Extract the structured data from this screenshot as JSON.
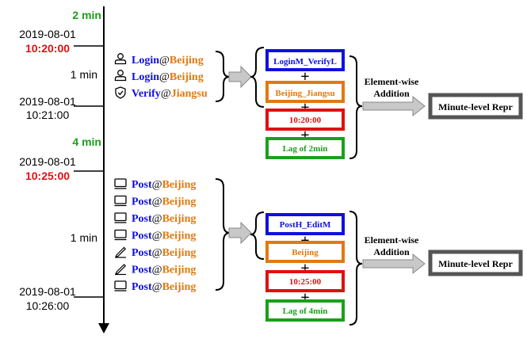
{
  "colors": {
    "blue": "#1010dd",
    "orange": "#e07a10",
    "red": "#e01010",
    "green": "#1aa01a",
    "gray_box": "#555555",
    "gray_arrow": "#c8c8c8"
  },
  "timeline": {
    "gap1": "2 min",
    "t1_date": "2019-08-01",
    "t1_time": "10:20:00",
    "span1": "1 min",
    "t2_date": "2019-08-01",
    "t2_time": "10:21:00",
    "gap2": "4 min",
    "t3_date": "2019-08-01",
    "t3_time": "10:25:00",
    "span2": "1 min",
    "t4_date": "2019-08-01",
    "t4_time": "10:26:00"
  },
  "sep": "@",
  "group1": {
    "events": [
      {
        "icon": "user-icon",
        "action": "Login",
        "location": "Beijing"
      },
      {
        "icon": "user-icon",
        "action": "Login",
        "location": "Beijing"
      },
      {
        "icon": "shield-check-icon",
        "action": "Verify",
        "location": "Jiangsu"
      }
    ],
    "boxes": {
      "action": "LoginM_VerifyL",
      "location": "Beijing_Jiangsu",
      "time": "10:20:00",
      "lag": "Lag of 2min"
    },
    "plus": "+",
    "op_line1": "Element-wise",
    "op_line2": "Addition",
    "result": "Minute-level Repr"
  },
  "group2": {
    "events": [
      {
        "icon": "monitor-icon",
        "action": "Post",
        "location": "Beijing"
      },
      {
        "icon": "monitor-icon",
        "action": "Post",
        "location": "Beijing"
      },
      {
        "icon": "monitor-icon",
        "action": "Post",
        "location": "Beijing"
      },
      {
        "icon": "monitor-icon",
        "action": "Post",
        "location": "Beijing"
      },
      {
        "icon": "pencil-icon",
        "action": "Post",
        "location": "Beijing"
      },
      {
        "icon": "pencil-icon",
        "action": "Post",
        "location": "Beijing"
      },
      {
        "icon": "monitor-icon",
        "action": "Post",
        "location": "Beijing"
      }
    ],
    "boxes": {
      "action": "PostH_EditM",
      "location": "Beijing",
      "time": "10:25:00",
      "lag": "Lag of 4min"
    },
    "plus": "+",
    "op_line1": "Element-wise",
    "op_line2": "Addition",
    "result": "Minute-level Repr"
  }
}
